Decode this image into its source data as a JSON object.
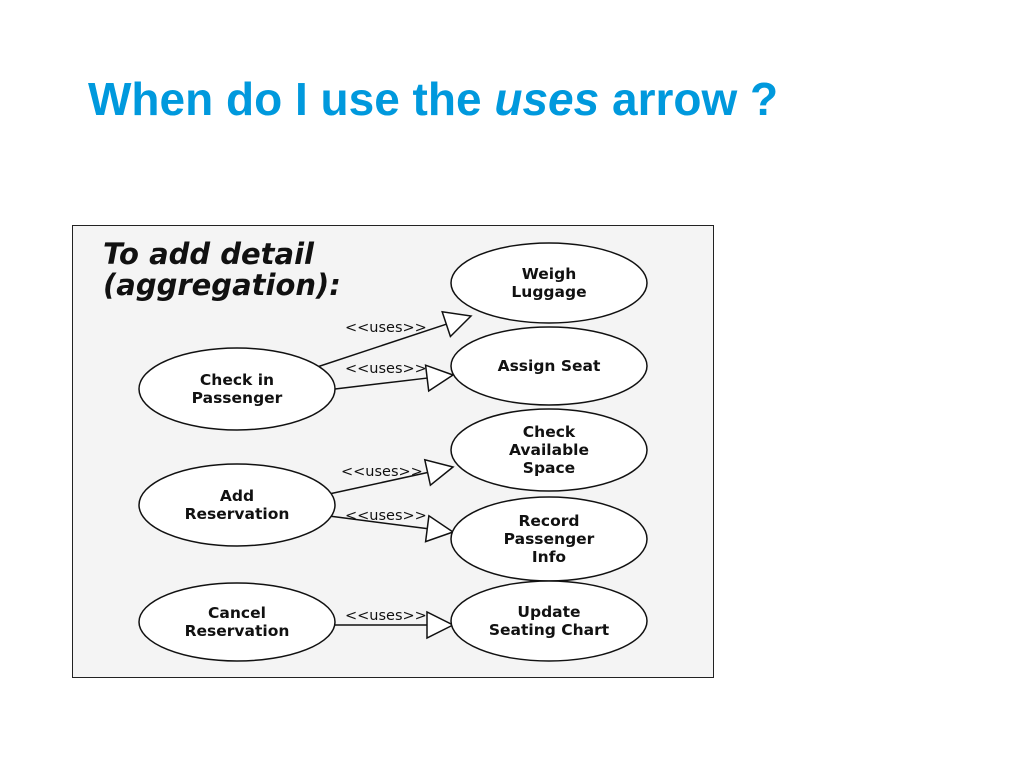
{
  "title": {
    "before": "When do I use the ",
    "emphasis": "uses",
    "after": " arrow ?",
    "color": "#0099dd"
  },
  "diagram": {
    "heading": [
      "To add detail",
      "(aggregation):"
    ],
    "actors": [
      {
        "id": "check-in-passenger",
        "lines": [
          "Check in",
          "Passenger"
        ]
      },
      {
        "id": "add-reservation",
        "lines": [
          "Add",
          "Reservation"
        ]
      },
      {
        "id": "cancel-reservation",
        "lines": [
          "Cancel",
          "Reservation"
        ]
      }
    ],
    "targets": [
      {
        "id": "weigh-luggage",
        "lines": [
          "Weigh",
          "Luggage"
        ]
      },
      {
        "id": "assign-seat",
        "lines": [
          "Assign Seat"
        ]
      },
      {
        "id": "check-available-space",
        "lines": [
          "Check",
          "Available",
          "Space"
        ]
      },
      {
        "id": "record-passenger-info",
        "lines": [
          "Record",
          "Passenger",
          "Info"
        ]
      },
      {
        "id": "update-seating-chart",
        "lines": [
          "Update",
          "Seating Chart"
        ]
      }
    ],
    "relations": [
      {
        "from": "check-in-passenger",
        "to": "weigh-luggage",
        "label": "<<uses>>"
      },
      {
        "from": "check-in-passenger",
        "to": "assign-seat",
        "label": "<<uses>>"
      },
      {
        "from": "add-reservation",
        "to": "check-available-space",
        "label": "<<uses>>"
      },
      {
        "from": "add-reservation",
        "to": "record-passenger-info",
        "label": "<<uses>>"
      },
      {
        "from": "cancel-reservation",
        "to": "update-seating-chart",
        "label": "<<uses>>"
      }
    ]
  }
}
